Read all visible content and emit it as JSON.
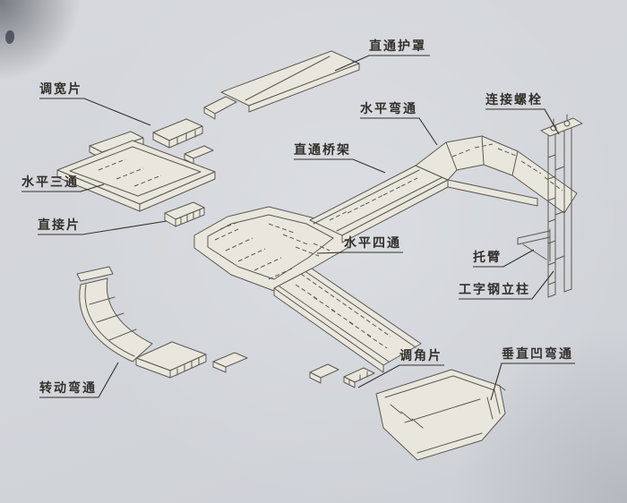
{
  "labels": [
    {
      "text": "直通护罩"
    },
    {
      "text": "调宽片"
    },
    {
      "text": "水平三通"
    },
    {
      "text": "直接片"
    },
    {
      "text": "水平弯通"
    },
    {
      "text": "连接螺栓"
    },
    {
      "text": "直通桥架"
    },
    {
      "text": "水平四通"
    },
    {
      "text": "托臂"
    },
    {
      "text": "工字钢立柱"
    },
    {
      "text": "调角片"
    },
    {
      "text": "垂直凹弯通"
    },
    {
      "text": "转动弯通"
    }
  ],
  "colors": {
    "paper": "#d6d8dc",
    "ink": "#33302b",
    "line": "#5d594f",
    "piece_fill": "#e9e7dd"
  }
}
